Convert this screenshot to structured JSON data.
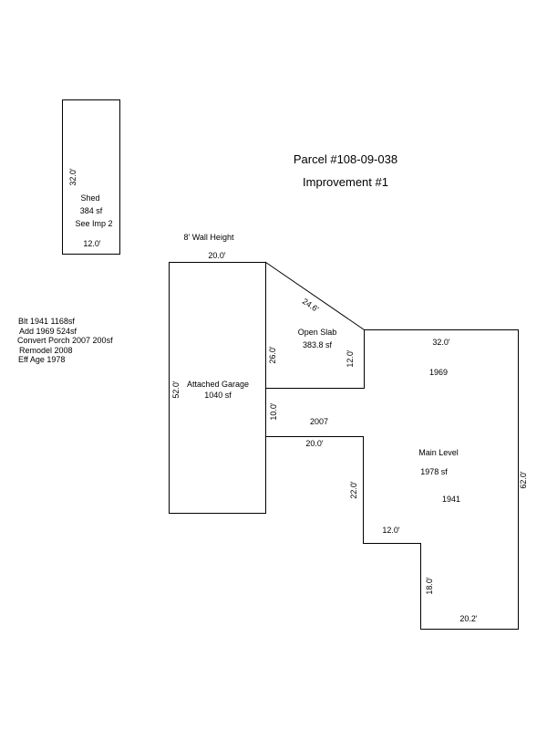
{
  "header": {
    "parcel": "Parcel #108-09-038",
    "improvement": "Improvement #1"
  },
  "notes": {
    "built": "Blt 1941  1168sf",
    "addition": "Add 1969  524sf",
    "convert_porch": "Convert Porch 2007  200sf",
    "remodel": "Remodel 2008",
    "eff_age": "Eff Age 1978"
  },
  "wall_height": "8' Wall Height",
  "shed": {
    "name": "Shed",
    "area": "384 sf",
    "note": "See Imp 2",
    "dim_height": "32.0'",
    "dim_width": "12.0'"
  },
  "garage": {
    "name": "Attached Garage",
    "area": "1040 sf",
    "dim_top": "20.0'",
    "dim_left": "52.0'"
  },
  "open_slab": {
    "name": "Open Slab",
    "area": "383.8 sf",
    "dim_diagonal": "24.6'",
    "dim_left": "26.0'",
    "dim_right": "12.0'"
  },
  "main": {
    "name": "Main Level",
    "area": "1978 sf",
    "year_addition": "1969",
    "year_porch": "2007",
    "year_original": "1941",
    "dim_top": "32.0'",
    "dim_right": "62.0'",
    "dim_left_upper": "10.0'",
    "dim_porch_width": "20.0'",
    "dim_mid_vertical": "22.0'",
    "dim_step_horizontal": "12.0'",
    "dim_lower_vertical": "18.0'",
    "dim_bottom": "20.2'"
  }
}
